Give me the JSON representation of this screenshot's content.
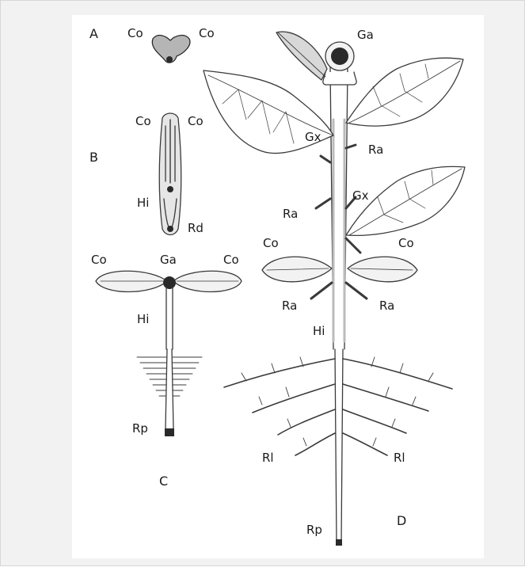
{
  "panels": {
    "a": {
      "letter": "A",
      "cotyledon_left": "Co",
      "cotyledon_right": "Co"
    },
    "b": {
      "letter": "B",
      "cotyledon_left": "Co",
      "cotyledon_right": "Co",
      "hypocotyl": "Hi",
      "radicle": "Rd"
    },
    "c": {
      "letter": "C",
      "cotyledon_left": "Co",
      "cotyledon_right": "Co",
      "apex": "Ga",
      "hypocotyl": "Hi",
      "primary_root": "Rp"
    },
    "d": {
      "letter": "D",
      "apex": "Ga",
      "axillary_bud_upper": "Gx",
      "axillary_bud_right": "Gx",
      "adventitious_root_upper_right": "Ra",
      "adventitious_root_mid_left": "Ra",
      "cotyledon_left": "Co",
      "cotyledon_right": "Co",
      "adventitious_root_low_left": "Ra",
      "adventitious_root_low_right": "Ra",
      "hypocotyl": "Hi",
      "lateral_root_left": "Rl",
      "lateral_root_right": "Rl",
      "primary_root": "Rp"
    }
  },
  "colors": {
    "ink": "#1a1a1a",
    "line": "#3a3a3a",
    "fill": "#ffffff",
    "tint": "#d8d8d8",
    "dark": "#2a2a2a"
  }
}
